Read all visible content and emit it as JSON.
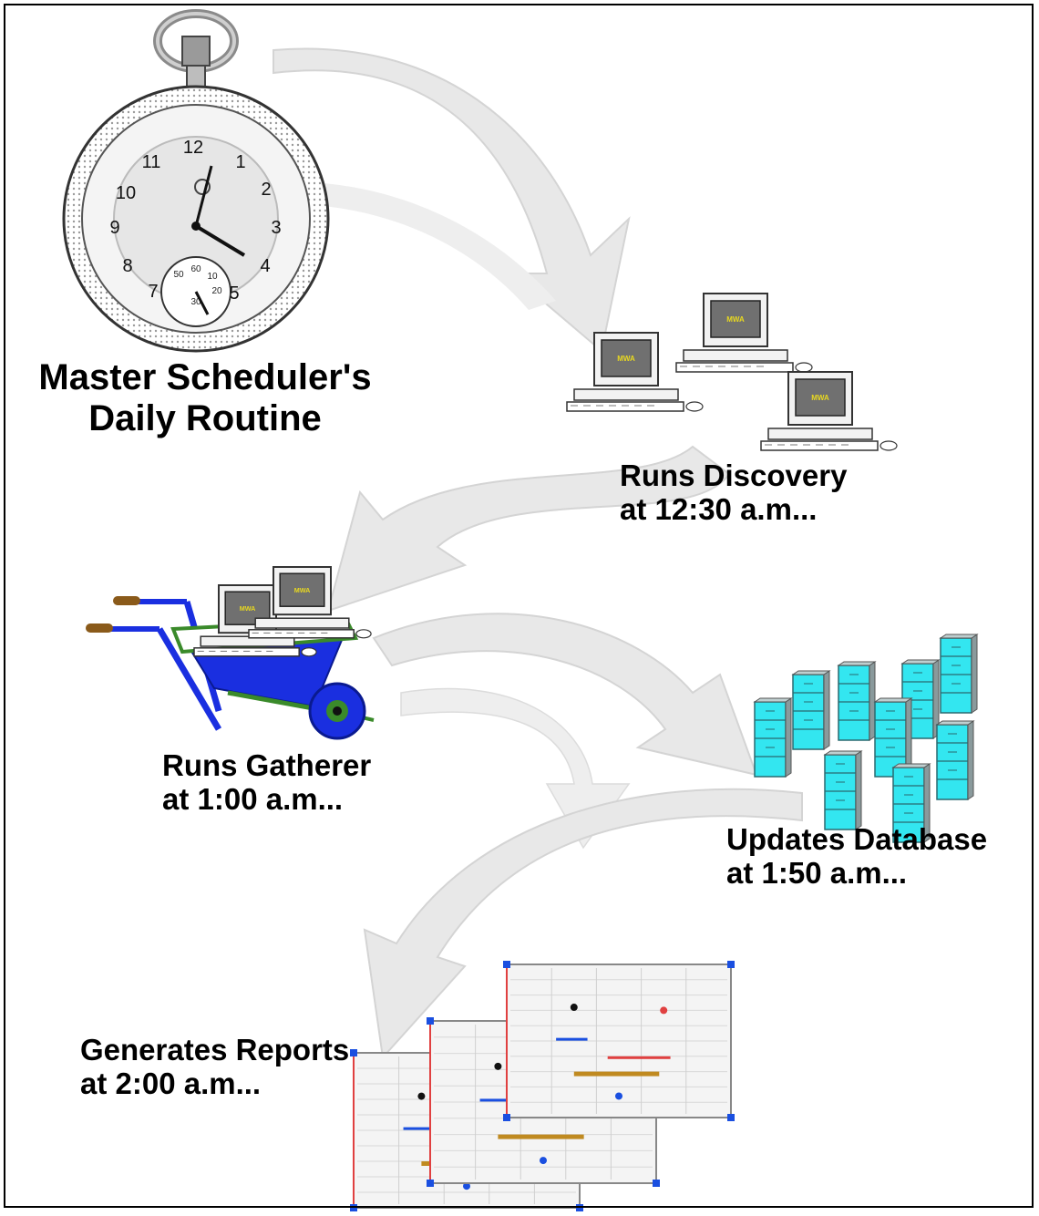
{
  "title": {
    "line1": "Master Scheduler's",
    "line2": "Daily Routine"
  },
  "clock": {
    "hour_numerals": [
      "12",
      "1",
      "2",
      "3",
      "4",
      "5",
      "7",
      "8",
      "9",
      "10",
      "11"
    ],
    "dial_numerals": [
      "60",
      "10",
      "20",
      "30",
      "50"
    ],
    "time_shown": "12:25"
  },
  "steps": [
    {
      "id": "discovery",
      "line1": "Runs Discovery",
      "line2": "at 12:30 a.m..."
    },
    {
      "id": "gatherer",
      "line1": "Runs Gatherer",
      "line2": "at 1:00 a.m..."
    },
    {
      "id": "database",
      "line1": "Updates Database",
      "line2": "at 1:50 a.m..."
    },
    {
      "id": "reports",
      "line1": "Generates Reports",
      "line2": "at 2:00 a.m..."
    }
  ],
  "monitor_label": "MWA",
  "colors": {
    "arrow": "#e6e6e6",
    "arrow_edge": "#d2d2d2",
    "wheelbarrow": "#1a2fe0",
    "wheelbarrow_frame": "#3a8a2a",
    "database": "#33e6f0",
    "monitor_screen": "#707070",
    "monitor_text": "#e8d820",
    "report_corner": "#1a4fe0"
  }
}
